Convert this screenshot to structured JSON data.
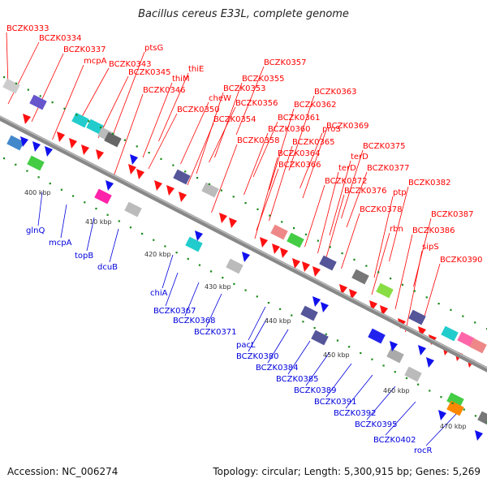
{
  "title": "Bacillus cereus E33L, complete genome",
  "footer": {
    "accession": "Accession: NC_006274",
    "topology": "Topology: circular; Length: 5,300,915 bp; Genes: 5,269"
  },
  "colors": {
    "forward_label": "#ff0000",
    "reverse_label": "#0000dd",
    "backbone": "#888888",
    "tick": "#1a8a1a"
  },
  "tick_labels": [
    "400 kbp",
    "410 kbp",
    "420 kbp",
    "430 kbp",
    "440 kbp",
    "450 kbp",
    "460 kbp",
    "470 kbp"
  ],
  "forward_labels": [
    "BCZK0333",
    "BCZK0334",
    "BCZK0337",
    "mcpA",
    "ptsG",
    "BCZK0343",
    "BCZK0345",
    "thiE",
    "thiM",
    "BCZK0346",
    "BCZK0350",
    "cheW",
    "BCZK0357",
    "BCZK0355",
    "BCZK0353",
    "BCZK0356",
    "BCZK0354",
    "BCZK0358",
    "BCZK0363",
    "BCZK0362",
    "BCZK0361",
    "BCZK0360",
    "BCZK0369",
    "BCZK0365",
    "BCZK0364",
    "proS",
    "BCZK0366",
    "BCZK0375",
    "terD",
    "terD",
    "BCZK0377",
    "BCZK0372",
    "BCZK0376",
    "BCZK0382",
    "ptp",
    "BCZK0378",
    "rbn",
    "BCZK0387",
    "BCZK0386",
    "sipS",
    "BCZK0390"
  ],
  "reverse_labels": [
    "glnQ",
    "mcpA",
    "topB",
    "dcuB",
    "chiA",
    "BCZK0367",
    "BCZK0368",
    "BCZK0371",
    "pacL",
    "BCZK0380",
    "BCZK0384",
    "BCZK0385",
    "BCZK0389",
    "BCZK0391",
    "BCZK0392",
    "BCZK0395",
    "BCZK0402",
    "rocR"
  ]
}
